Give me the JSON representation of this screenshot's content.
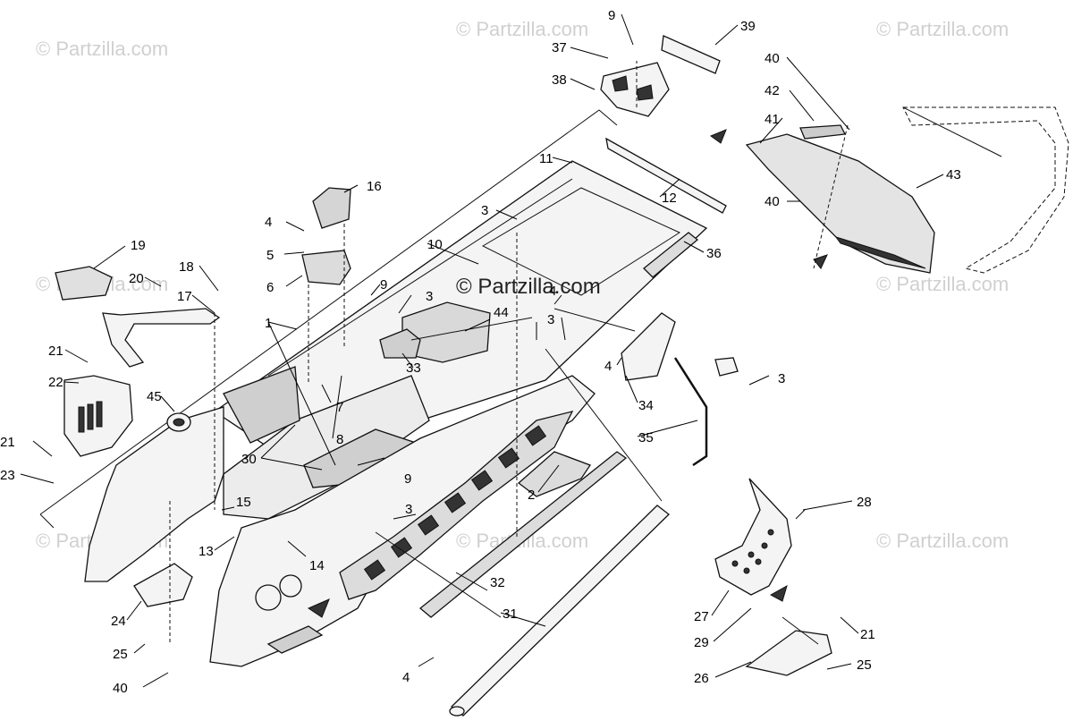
{
  "watermark": "© Partzilla.com",
  "brand_label": "© Partzilla.com",
  "callouts": [
    "1",
    "2",
    "3",
    "4",
    "5",
    "6",
    "7",
    "8",
    "9",
    "10",
    "11",
    "12",
    "13",
    "14",
    "15",
    "16",
    "17",
    "18",
    "19",
    "20",
    "21",
    "22",
    "23",
    "24",
    "25",
    "26",
    "27",
    "28",
    "29",
    "30",
    "31",
    "32",
    "33",
    "34",
    "35",
    "36",
    "37",
    "38",
    "39",
    "40",
    "41",
    "42",
    "43",
    "44",
    "45"
  ]
}
